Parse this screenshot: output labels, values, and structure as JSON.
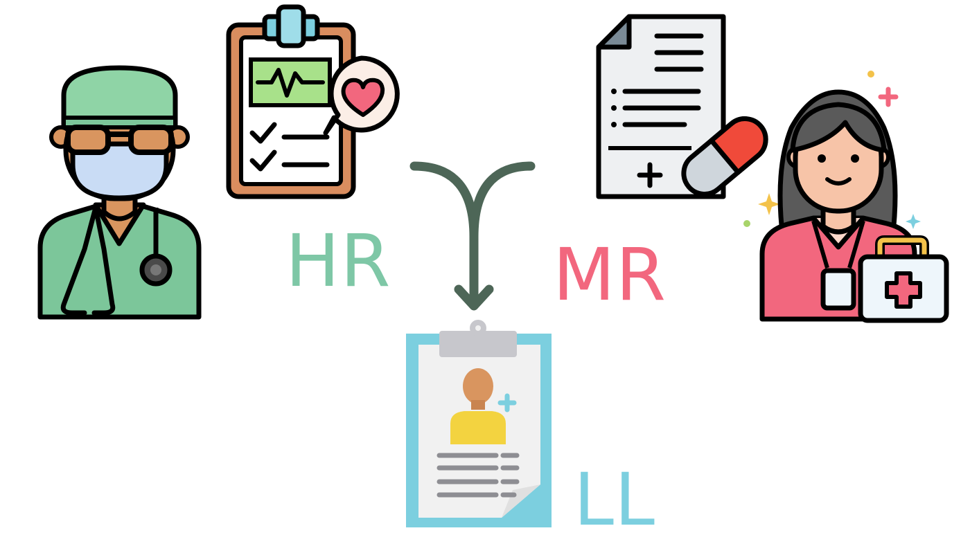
{
  "labels": {
    "hr": "HR",
    "mr": "MR",
    "ll": "LL"
  },
  "colors": {
    "hr": "#7ec7a6",
    "mr": "#f2677e",
    "ll": "#7ccfdf",
    "arrow": "#4d6657",
    "outline": "#000000",
    "doctor_scrubs": "#7cc69a",
    "nurse_jacket": "#f2677e",
    "clipboard_brown": "#d98d5f",
    "clipboard_blue": "#7ccfdf",
    "patient_shirt": "#f3d340",
    "pill_red": "#f04a3a"
  },
  "icons": {
    "surgeon": "surgeon-doctor-icon",
    "health_record": "health-record-clipboard-icon",
    "medical_record": "prescription-document-pill-icon",
    "nurse": "nurse-with-first-aid-kit-icon",
    "lab_list": "patient-profile-clipboard-icon",
    "merge_arrow": "merge-arrow-icon"
  }
}
